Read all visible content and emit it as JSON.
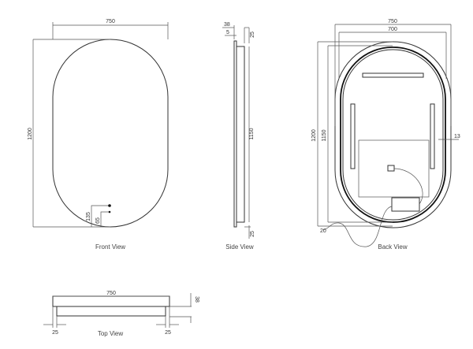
{
  "front_view": {
    "caption": "Front View",
    "width": "750",
    "height": "1200",
    "dim_a": "135",
    "dim_b": "65"
  },
  "side_view": {
    "caption": "Side View",
    "depth": "38",
    "offset": "5",
    "top_gap": "25",
    "height": "1150",
    "bottom_gap": "25"
  },
  "back_view": {
    "caption": "Back View",
    "width": "750",
    "inner_width": "700",
    "height": "1200",
    "inner_height": "1150",
    "side_gap": "13",
    "corner": "20"
  },
  "top_view": {
    "caption": "Top View",
    "width": "750",
    "depth": "38",
    "left_gap": "25",
    "right_gap": "25"
  }
}
